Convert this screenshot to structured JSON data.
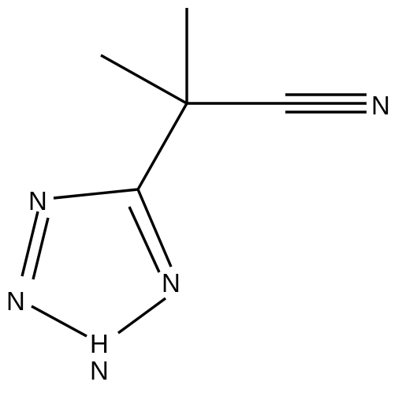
{
  "structure": {
    "atoms": {
      "nitrile_n": "N",
      "tetrazole_n4": "N",
      "tetrazole_n3": "N",
      "tetrazole_n1": "N",
      "tetrazole_n2_h": "H",
      "tetrazole_n2_n": "N"
    }
  }
}
